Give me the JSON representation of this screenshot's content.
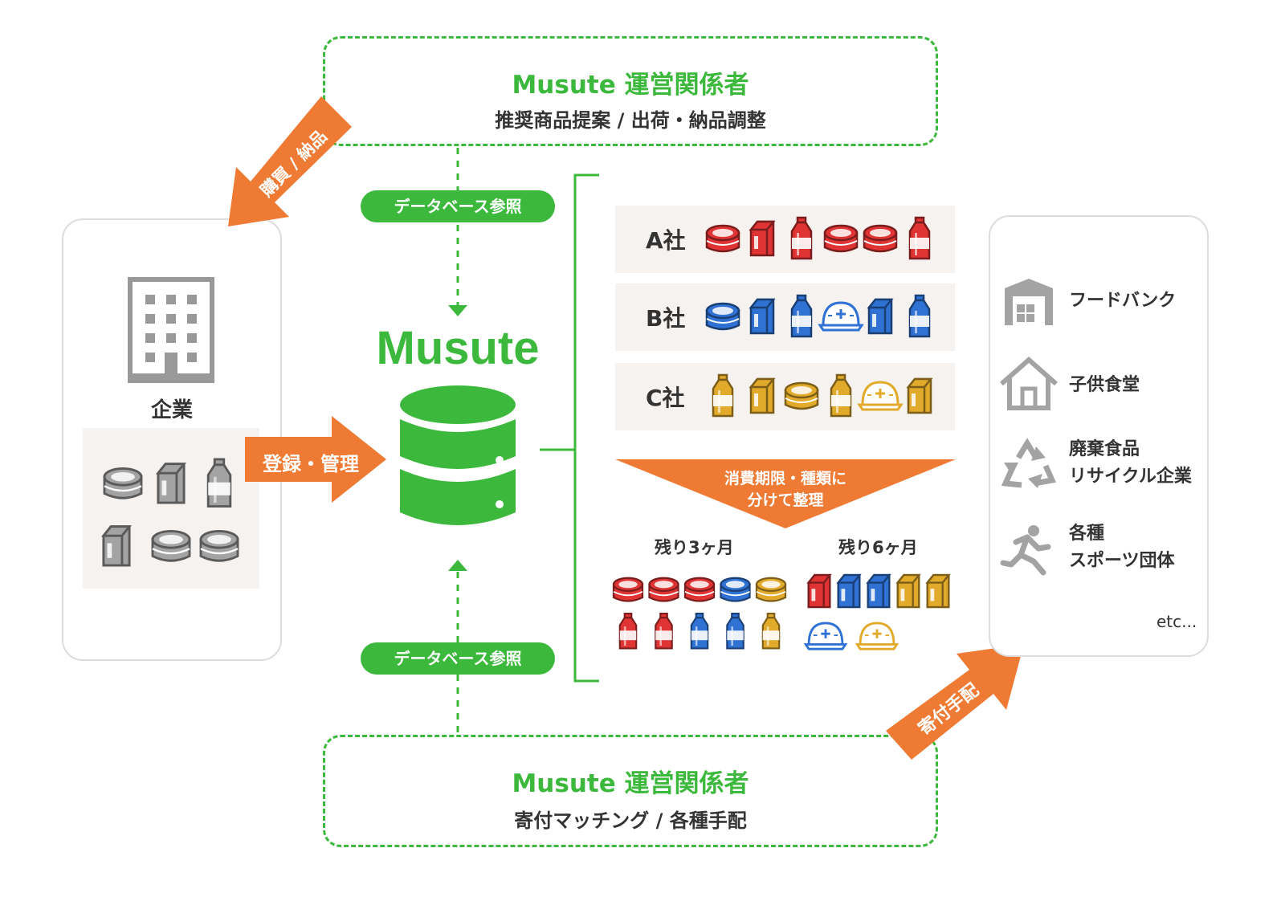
{
  "colors": {
    "green": "#3cb93c",
    "orange": "#ee7a33",
    "red": "#e03434",
    "blue": "#2f72d4",
    "yellow": "#e2aa2b",
    "gray": "#a3a3a3"
  },
  "top_ops": {
    "title": "Musute 運営関係者",
    "subtitle": "推奨商品提案 / 出荷・納品調整"
  },
  "bottom_ops": {
    "title": "Musute 運営関係者",
    "subtitle": "寄付マッチング / 各種手配"
  },
  "arrows": {
    "purchase": "購買 / 納品",
    "register": "登録・管理",
    "donate": "寄付手配"
  },
  "db_ref_top": "データベース参照",
  "db_ref_bottom": "データベース参照",
  "brand": "Musute",
  "company_panel": {
    "label": "企業",
    "icon": "building-icon"
  },
  "companies": [
    {
      "label": "A社",
      "color": "red",
      "items": [
        "can",
        "carton",
        "bottle",
        "can",
        "can",
        "bottle"
      ]
    },
    {
      "label": "B社",
      "color": "blue",
      "items": [
        "can",
        "carton",
        "bottle",
        "helmet",
        "carton",
        "bottle"
      ]
    },
    {
      "label": "C社",
      "color": "yellow",
      "items": [
        "bottle",
        "carton",
        "can",
        "bottle",
        "helmet",
        "carton"
      ]
    }
  ],
  "sort_banner": {
    "line1": "消費期限・種類に",
    "line2": "分けて整理"
  },
  "groups": [
    {
      "label": "残り3ヶ月"
    },
    {
      "label": "残り6ヶ月"
    }
  ],
  "recipients": [
    {
      "icon": "warehouse-icon",
      "lines": [
        "フードバンク"
      ]
    },
    {
      "icon": "house-icon",
      "lines": [
        "子供食堂"
      ]
    },
    {
      "icon": "recycle-icon",
      "lines": [
        "廃棄食品",
        "リサイクル企業"
      ]
    },
    {
      "icon": "runner-icon",
      "lines": [
        "各種",
        "スポーツ団体"
      ]
    }
  ],
  "recipients_more": "etc..."
}
